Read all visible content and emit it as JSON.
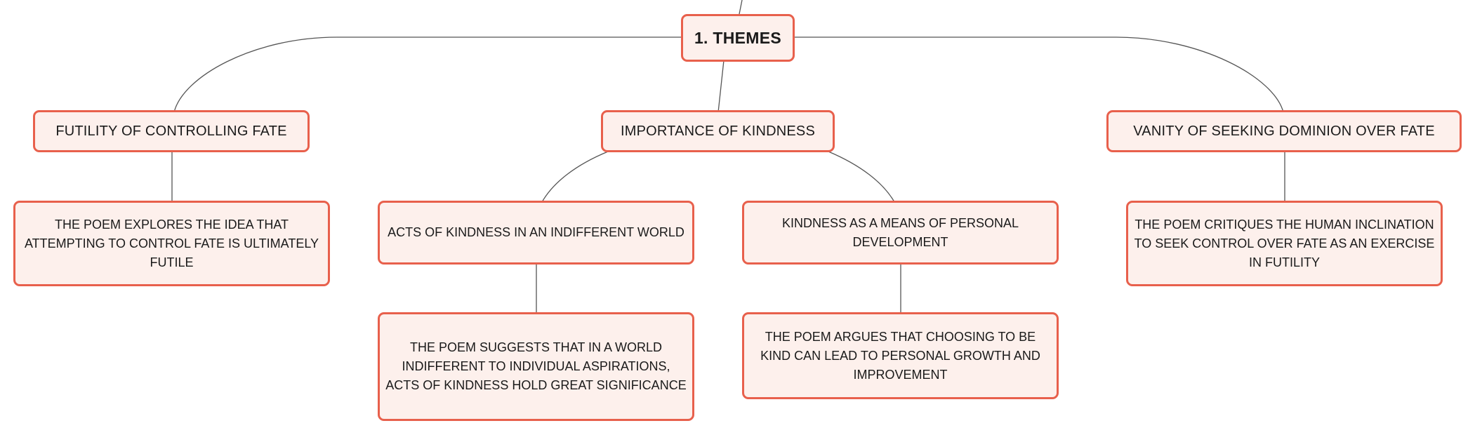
{
  "root": {
    "label": "1. THEMES"
  },
  "themes": [
    {
      "label": "FUTILITY OF CONTROLLING FATE",
      "detail": "THE POEM EXPLORES THE IDEA THAT ATTEMPTING TO CONTROL FATE IS ULTIMATELY FUTILE"
    },
    {
      "label": "IMPORTANCE OF KINDNESS",
      "subthemes": [
        {
          "label": "ACTS OF KINDNESS IN AN INDIFFERENT WORLD",
          "detail": "THE POEM SUGGESTS THAT IN A WORLD INDIFFERENT TO INDIVIDUAL ASPIRATIONS, ACTS OF KINDNESS HOLD GREAT SIGNIFICANCE"
        },
        {
          "label": "KINDNESS AS A MEANS OF PERSONAL DEVELOPMENT",
          "detail": "THE POEM ARGUES THAT CHOOSING TO BE KIND CAN LEAD TO PERSONAL GROWTH AND IMPROVEMENT"
        }
      ]
    },
    {
      "label": "VANITY OF SEEKING DOMINION OVER FATE",
      "detail": "THE POEM CRITIQUES THE HUMAN INCLINATION TO SEEK CONTROL OVER FATE AS AN EXERCISE IN FUTILITY"
    }
  ],
  "colors": {
    "node_border": "#e8604c",
    "node_fill": "#fdf0ec",
    "connector": "#555555"
  }
}
